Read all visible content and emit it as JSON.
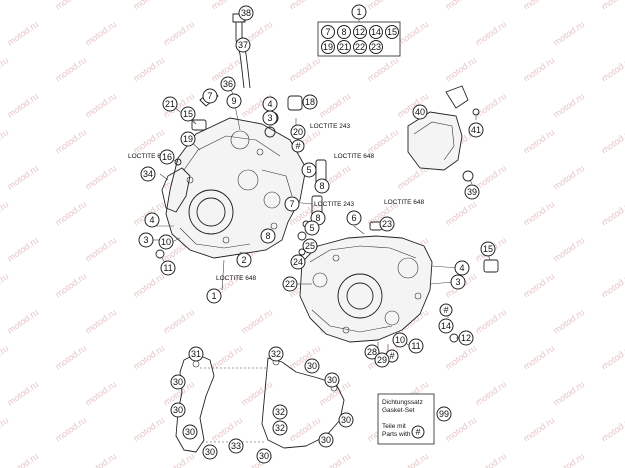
{
  "watermark": "motod.ru",
  "set_box": {
    "header": "1",
    "row1": [
      "7",
      "8",
      "12",
      "14",
      "15"
    ],
    "row2": [
      "19",
      "21",
      "22",
      "23"
    ]
  },
  "texts": {
    "loctite_243_a": "LOCTITE 243",
    "loctite_648_a": "LOCTITE 648",
    "loctite_648_b": "LOCTITE 648",
    "loctite_243_b": "LOCTITE 243",
    "loctite_648_c": "LOCTITE 648",
    "loctite_648_d": "LOCTITE 648"
  },
  "gasket_box": {
    "line1": "Dichtungssatz",
    "line2": "Gasket-Set",
    "line3": "Teile mit",
    "line4": "Parts with",
    "callout": "99",
    "hash": "#"
  },
  "hash_symbol": "#",
  "callouts": [
    {
      "id": "c38",
      "n": "38"
    },
    {
      "id": "c37",
      "n": "37"
    },
    {
      "id": "c36",
      "n": "36"
    },
    {
      "id": "c21a",
      "n": "21"
    },
    {
      "id": "c7",
      "n": "7"
    },
    {
      "id": "c9",
      "n": "9"
    },
    {
      "id": "c4a",
      "n": "4"
    },
    {
      "id": "c18",
      "n": "18"
    },
    {
      "id": "c15a",
      "n": "15"
    },
    {
      "id": "c3a",
      "n": "3"
    },
    {
      "id": "c20",
      "n": "20"
    },
    {
      "id": "c19",
      "n": "19"
    },
    {
      "id": "c34",
      "n": "34"
    },
    {
      "id": "c16",
      "n": "16"
    },
    {
      "id": "c5a",
      "n": "5"
    },
    {
      "id": "c8a",
      "n": "8"
    },
    {
      "id": "c7b",
      "n": "7"
    },
    {
      "id": "c8b",
      "n": "8"
    },
    {
      "id": "c6",
      "n": "6"
    },
    {
      "id": "c4b",
      "n": "4"
    },
    {
      "id": "c3b",
      "n": "3"
    },
    {
      "id": "c10a",
      "n": "10"
    },
    {
      "id": "c8c",
      "n": "8"
    },
    {
      "id": "c5b",
      "n": "5"
    },
    {
      "id": "c2",
      "n": "2"
    },
    {
      "id": "c25",
      "n": "25"
    },
    {
      "id": "c23",
      "n": "23"
    },
    {
      "id": "c11a",
      "n": "11"
    },
    {
      "id": "c24",
      "n": "24"
    },
    {
      "id": "c22",
      "n": "22"
    },
    {
      "id": "c1b",
      "n": "1"
    },
    {
      "id": "c40",
      "n": "40"
    },
    {
      "id": "c41",
      "n": "41"
    },
    {
      "id": "c39",
      "n": "39"
    },
    {
      "id": "c15b",
      "n": "15"
    },
    {
      "id": "c4c",
      "n": "4"
    },
    {
      "id": "c3c",
      "n": "3"
    },
    {
      "id": "c14",
      "n": "14"
    },
    {
      "id": "c12",
      "n": "12"
    },
    {
      "id": "c10b",
      "n": "10"
    },
    {
      "id": "c11b",
      "n": "11"
    },
    {
      "id": "c28",
      "n": "28"
    },
    {
      "id": "c29",
      "n": "29"
    },
    {
      "id": "c31",
      "n": "31"
    },
    {
      "id": "c32a",
      "n": "32"
    },
    {
      "id": "c30a",
      "n": "30"
    },
    {
      "id": "c30b",
      "n": "30"
    },
    {
      "id": "c30c",
      "n": "30"
    },
    {
      "id": "c30d",
      "n": "30"
    },
    {
      "id": "c30e",
      "n": "30"
    },
    {
      "id": "c30f",
      "n": "30"
    },
    {
      "id": "c30g",
      "n": "30"
    },
    {
      "id": "c30h",
      "n": "30"
    },
    {
      "id": "c30i",
      "n": "30"
    },
    {
      "id": "c32b",
      "n": "32"
    },
    {
      "id": "c32c",
      "n": "32"
    },
    {
      "id": "c33",
      "n": "33"
    }
  ]
}
